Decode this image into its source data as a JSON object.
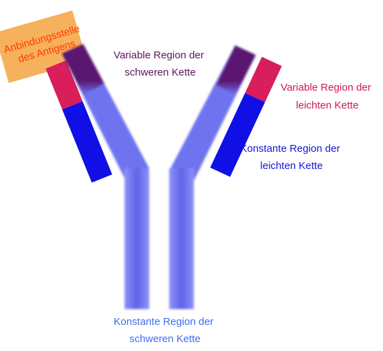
{
  "labels": {
    "antigen_site": [
      "Anbindungsstelle",
      "des Antigens"
    ],
    "variable_heavy": [
      "Variable Region der",
      "schweren Kette"
    ],
    "variable_light": [
      "Variable Region der",
      "leichten Kette"
    ],
    "constant_light": [
      "Konstante Region der",
      "leichten Kette"
    ],
    "constant_heavy": [
      "Konstante Region der",
      "schweren Kette"
    ]
  },
  "colors": {
    "heavy_chain": "#6f73f0",
    "heavy_variable": "#5a1670",
    "light_variable": "#d81e5b",
    "light_constant": "#1010e6",
    "antigen_box": "#f5a94a",
    "antigen_text": "#ff3c00",
    "label_variable_heavy": "#5b145c",
    "label_variable_light": "#d0184e",
    "label_constant_light": "#1414d8",
    "label_constant_heavy": "#3d6cf0"
  }
}
